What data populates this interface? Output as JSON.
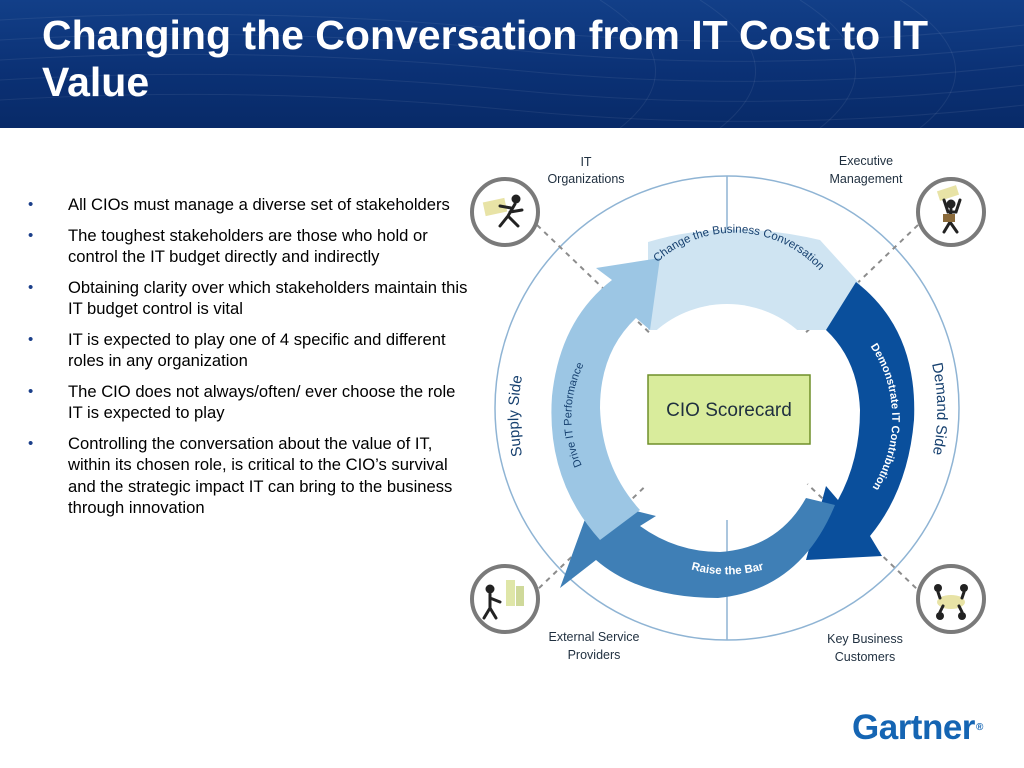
{
  "slide": {
    "title": "Changing the Conversation from IT Cost to IT Value"
  },
  "bullets": [
    "All CIOs must manage a diverse set of stakeholders",
    "The toughest stakeholders are those who hold or control the IT budget directly and indirectly",
    "Obtaining clarity over which stakeholders maintain this IT budget control is vital",
    "IT is expected to play one of 4 specific and different roles in any organization",
    "The CIO does not always/often/ ever choose the role IT is expected to play",
    "Controlling the conversation about the value of IT, within its chosen role, is critical to the CIO’s survival and the strategic impact IT can bring to the business through innovation"
  ],
  "diagram": {
    "stakeholders": {
      "it_organizations": [
        "IT",
        "Organizations"
      ],
      "executive_management": [
        "Executive",
        "Management"
      ],
      "external_service_providers": [
        "External Service",
        "Providers"
      ],
      "key_business_customers": [
        "Key Business",
        "Customers"
      ]
    },
    "supply_side": "Supply Side",
    "demand_side": "Demand Side",
    "cycle": {
      "change_the_business_conversation": "Change the Business Conversation",
      "demonstrate_it_contribution": "Demonstrate IT Contribution",
      "raise_the_bar": "Raise the Bar",
      "drive_it_performance": "Drive IT Performance"
    },
    "center": "CIO Scorecard",
    "colors": {
      "light_arrow": "#cfe4f2",
      "mid_arrow": "#9cc6e4",
      "dark_arrow": "#0a4f9c",
      "bottom_arrow": "#3f7fb6",
      "scorecard_fill": "#d9ec9c",
      "scorecard_border": "#6f8f2a"
    },
    "icons": [
      "businessman-running-icon",
      "businessman-lifting-icon",
      "businessman-handshake-icon",
      "business-meeting-icon"
    ]
  },
  "brand": {
    "logo": "Gartner",
    "registered": "®"
  }
}
